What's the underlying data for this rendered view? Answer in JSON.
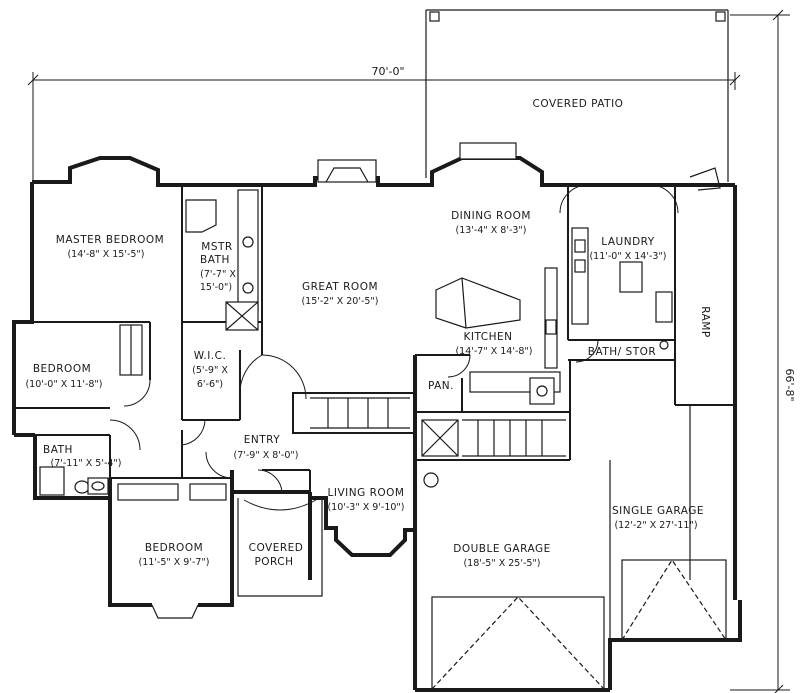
{
  "dimensions": {
    "width_label": "70'-0\"",
    "depth_label": "66'-8\""
  },
  "rooms": {
    "covered_patio": {
      "name": "COVERED PATIO"
    },
    "master_bedroom": {
      "name": "MASTER BEDROOM",
      "size": "(14'-8\" X 15'-5\")"
    },
    "mstr_bath": {
      "name_line1": "MSTR",
      "name_line2": "BATH",
      "size_line1": "(7'-7\" X",
      "size_line2": "15'-0\")"
    },
    "great_room": {
      "name": "GREAT ROOM",
      "size": "(15'-2\" X 20'-5\")"
    },
    "dining_room": {
      "name": "DINING ROOM",
      "size": "(13'-4\" X 8'-3\")"
    },
    "laundry": {
      "name": "LAUNDRY",
      "size": "(11'-0\" X 14'-3\")"
    },
    "kitchen": {
      "name": "KITCHEN",
      "size": "(14'-7\" X 14'-8\")"
    },
    "bath_stor": {
      "name": "BATH/ STOR"
    },
    "ramp": {
      "name": "RAMP"
    },
    "bedroom1": {
      "name": "BEDROOM",
      "size": "(10'-0\" X 11'-8\")"
    },
    "wic": {
      "name": "W.I.C.",
      "size_line1": "(5'-9\" X",
      "size_line2": "6'-6\")"
    },
    "pan": {
      "name": "PAN."
    },
    "bath": {
      "name": "BATH",
      "size": "(7'-11\" X 5'-4\")"
    },
    "entry": {
      "name": "ENTRY",
      "size": "(7'-9\" X 8'-0\")"
    },
    "living_room": {
      "name": "LIVING ROOM",
      "size": "(10'-3\" X 9'-10\")"
    },
    "single_garage": {
      "name": "SINGLE GARAGE",
      "size": "(12'-2\" X 27'-11\")"
    },
    "double_garage": {
      "name": "DOUBLE GARAGE",
      "size": "(18'-5\" X 25'-5\")"
    },
    "bedroom2": {
      "name": "BEDROOM",
      "size": "(11'-5\" X 9'-7\")"
    },
    "covered_porch": {
      "name_line1": "COVERED",
      "name_line2": "PORCH"
    }
  }
}
